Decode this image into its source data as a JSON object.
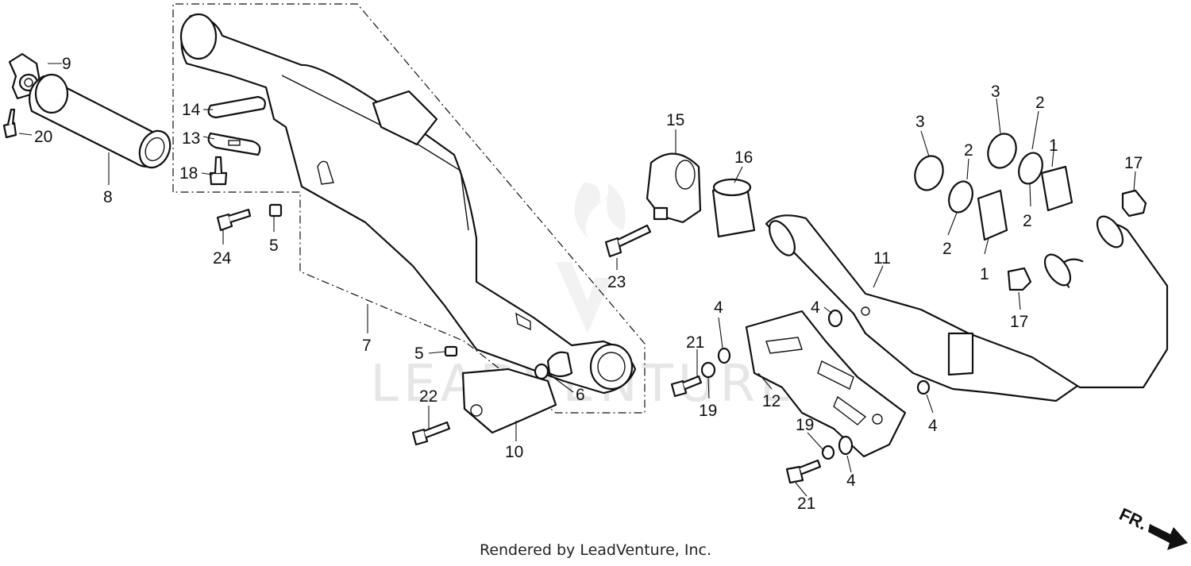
{
  "diagram": {
    "watermark": "LEADVENTURE",
    "direction_label": "FR.",
    "footer": "Rendered by LeadVenture, Inc.",
    "callouts": [
      "9",
      "20",
      "8",
      "14",
      "13",
      "18",
      "24",
      "5",
      "7",
      "5",
      "6",
      "22",
      "10",
      "15",
      "16",
      "23",
      "3",
      "3",
      "2",
      "2",
      "2",
      "2",
      "1",
      "1",
      "17",
      "17",
      "11",
      "4",
      "4",
      "21",
      "19",
      "12",
      "4",
      "19",
      "4",
      "21"
    ]
  }
}
